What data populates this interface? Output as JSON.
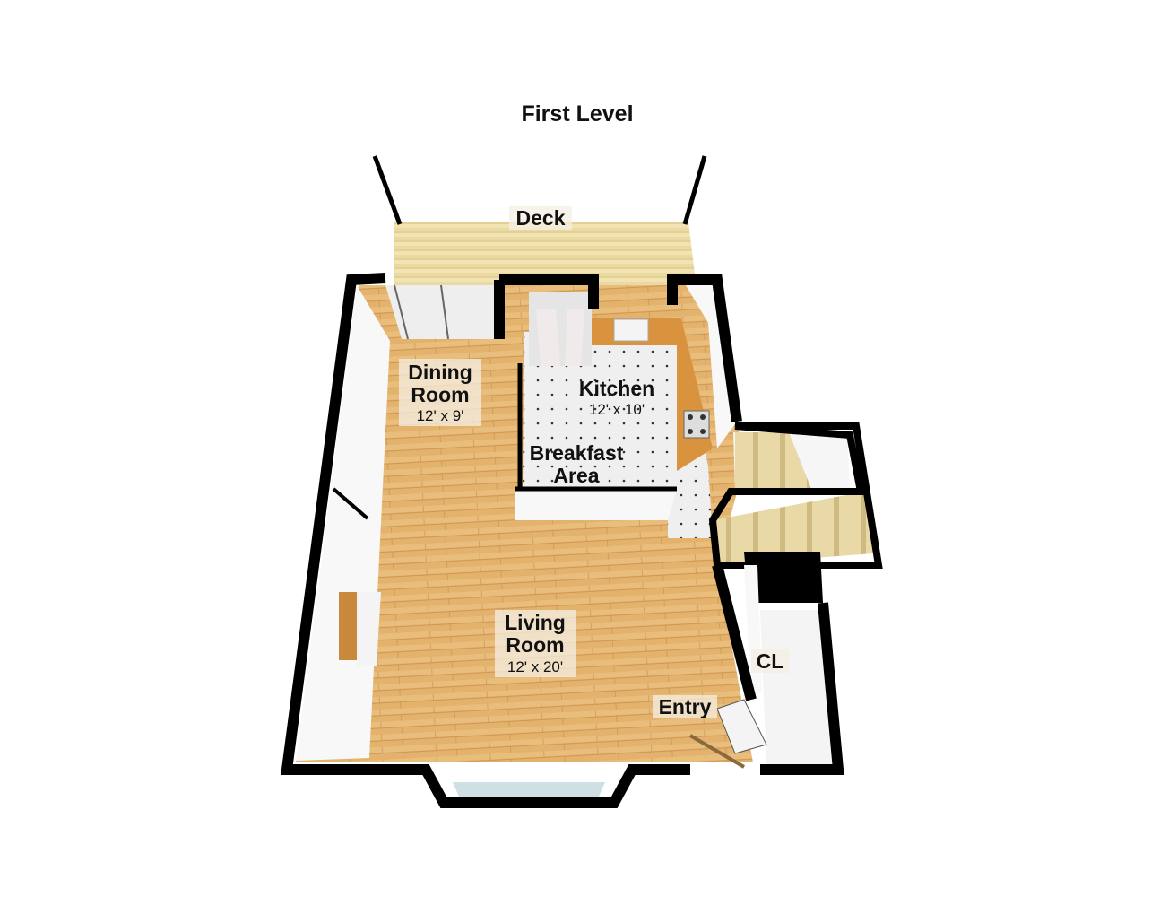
{
  "title": "First Level",
  "rooms": {
    "deck": {
      "name": "Deck"
    },
    "dining": {
      "name_line1": "Dining",
      "name_line2": "Room",
      "dimensions": "12' x 9'"
    },
    "kitchen": {
      "name": "Kitchen",
      "dimensions": "12' x 10'"
    },
    "breakfast": {
      "name_line1": "Breakfast",
      "name_line2": "Area"
    },
    "living": {
      "name_line1": "Living",
      "name_line2": "Room",
      "dimensions": "12' x 20'"
    },
    "closet": {
      "name": "CL"
    },
    "entry": {
      "name": "Entry"
    }
  },
  "colors": {
    "wood": "#e3b26c",
    "deck": "#ead9a0",
    "wall": "#000000",
    "tile": "#eeeeee",
    "counter": "#d9933f",
    "stairs": "#e9d9a6"
  }
}
